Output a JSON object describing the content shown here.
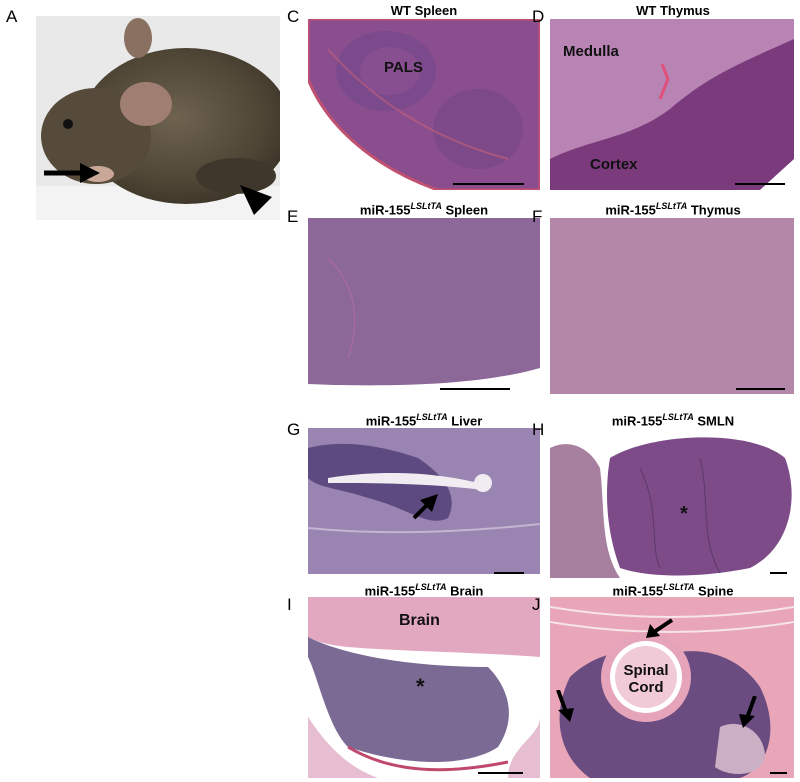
{
  "panels": {
    "A": {
      "letter": "A"
    },
    "C": {
      "letter": "C",
      "title": "WT Spleen",
      "region_label": "PALS"
    },
    "D": {
      "letter": "D",
      "title": "WT Thymus",
      "label_medulla": "Medulla",
      "label_cortex": "Cortex"
    },
    "E": {
      "letter": "E",
      "title_prefix": "miR-155",
      "title_sup": "LSLtTA",
      "title_suffix": " Spleen"
    },
    "F": {
      "letter": "F",
      "title_prefix": "miR-155",
      "title_sup": "LSLtTA",
      "title_suffix": " Thymus"
    },
    "G": {
      "letter": "G",
      "title_prefix": "miR-155",
      "title_sup": "LSLtTA",
      "title_suffix": " Liver"
    },
    "H": {
      "letter": "H",
      "title_prefix": "miR-155",
      "title_sup": "LSLtTA",
      "title_suffix": " SMLN",
      "asterisk": "*"
    },
    "I": {
      "letter": "I",
      "title_prefix": "miR-155",
      "title_sup": "LSLtTA",
      "title_suffix": " Brain",
      "region_label": "Brain",
      "asterisk": "*"
    },
    "J": {
      "letter": "J",
      "title_prefix": "miR-155",
      "title_sup": "LSLtTA",
      "title_suffix": " Spine",
      "region_label_line1": "Spinal",
      "region_label_line2": "Cord"
    }
  }
}
